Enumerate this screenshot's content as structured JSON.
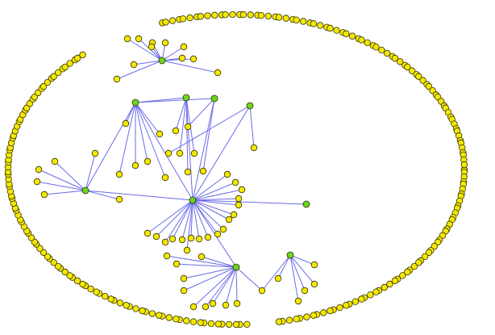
{
  "diagram": {
    "type": "network-graph",
    "colors": {
      "leaf_node": "#f5e800",
      "hub_node": "#6ad61e",
      "node_stroke": "#333300",
      "edge": "#6b6bea",
      "background": "#ffffff"
    },
    "hub_count": 10,
    "isolated_node_count": 220
  }
}
